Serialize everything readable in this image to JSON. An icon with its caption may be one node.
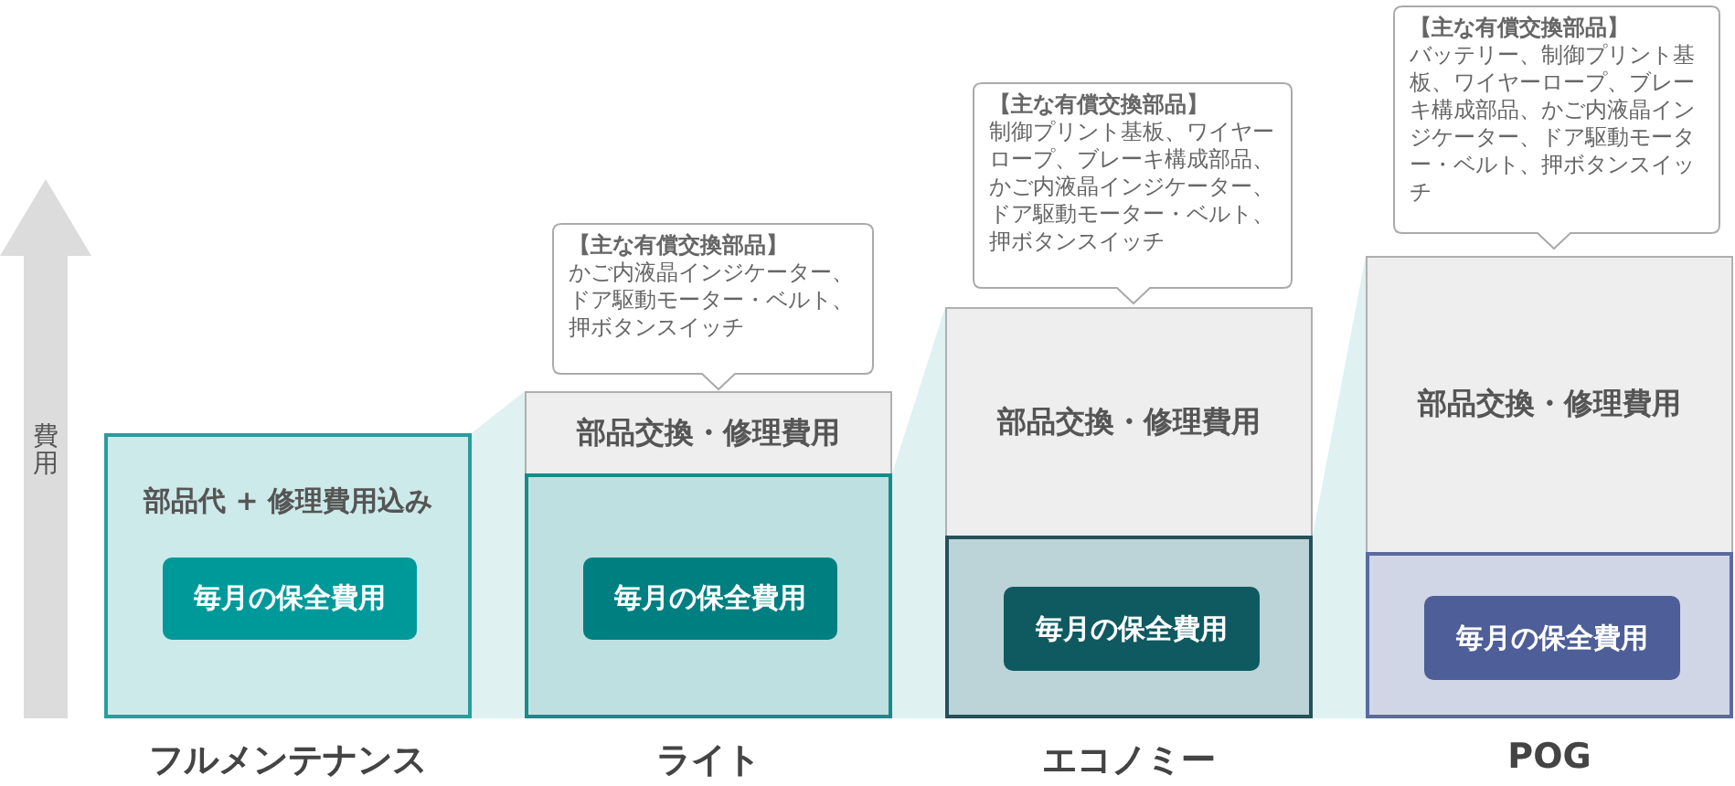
{
  "diagram": {
    "nodes": [
      {
        "text": [
          "部品代 + 修理費用込み"
        ],
        "beside": [
          "フルメンテナンス"
        ]
      },
      {
        "text": [
          "毎月の保全費用"
        ],
        "in": 0
      },
      {
        "text": [
          "【主な有償交換部品】",
          "かご内液晶インジケーター、ドア駆動モーター・ベルト、押ボタンスイッチ"
        ]
      },
      {
        "text": [
          "部品交換・修理費用"
        ]
      },
      {
        "text": [],
        "shape": "box",
        "beside": [
          "ライト"
        ]
      },
      {
        "text": [
          "毎月の保全費用"
        ],
        "in": 4
      },
      {
        "text": [
          "【主な有償交換部品】",
          "制御プリント基板、ワイヤーロープ、ブレーキ構成部品、かご内液晶インジケーター、ドア駆動モーター・ベルト、押ボタンスイッチ"
        ]
      },
      {
        "text": [
          "部品交換・修理費用"
        ]
      },
      {
        "text": [],
        "shape": "box",
        "beside": [
          "エコノミー"
        ]
      },
      {
        "text": [
          "毎月の保全費用"
        ],
        "in": 8
      },
      {
        "text": [
          "【主な有償交換部品】",
          "バッテリー、制御プリント基板、ワイヤーロープ、ブレーキ構成部品、かご内液晶インジケーター、ドア駆動モーター・ベルト、押ボタンスイッチ"
        ]
      },
      {
        "text": [
          "部品交換・修理費用"
        ]
      },
      {
        "text": [],
        "shape": "box",
        "beside": [
          "POG"
        ]
      },
      {
        "text": [
          "毎月の保全費用"
        ],
        "in": 12
      }
    ],
    "labels": [
      "費用"
    ]
  }
}
